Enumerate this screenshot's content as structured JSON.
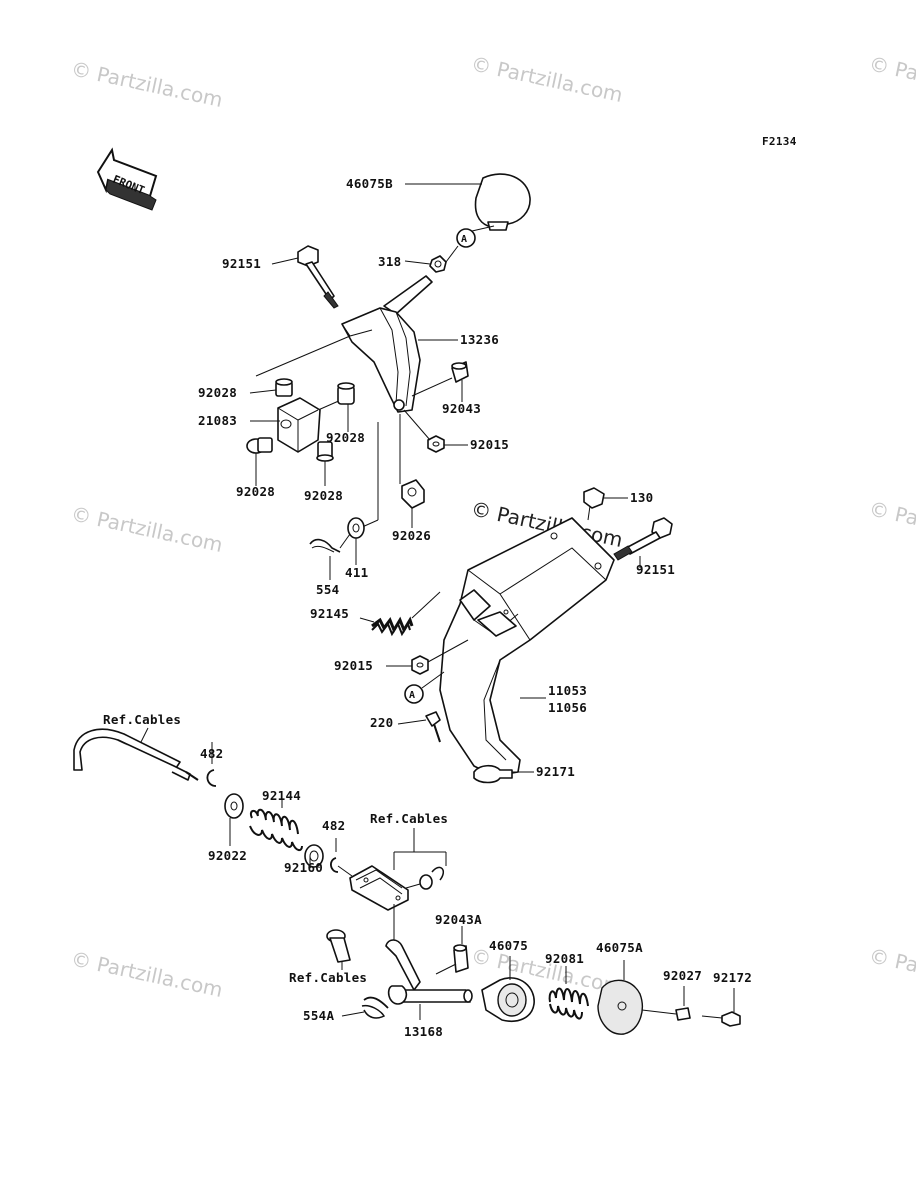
{
  "figure_code": "F2134",
  "front_label": "FRONT",
  "watermarks": {
    "tl": "© Partzilla.com",
    "tc": "© Partzilla.com",
    "tr": "© Partzilla.com",
    "ml": "© Partzilla.com",
    "mc": "© Partzilla.com",
    "mr": "© Partzilla.com",
    "bl": "© Partzilla.com",
    "bc": "© Partzilla.com",
    "br": "© Partzilla.com"
  },
  "ref_callout": "A",
  "labels": {
    "p46075B": "46075B",
    "p92151a": "92151",
    "p318": "318",
    "p13236": "13236",
    "p92028a": "92028",
    "p21083": "21083",
    "p92043": "92043",
    "p92028b": "92028",
    "p92015a": "92015",
    "p92028c": "92028",
    "p92028d": "92028",
    "p92026": "92026",
    "p130": "130",
    "p554": "554",
    "p411": "411",
    "p92151b": "92151",
    "p92145": "92145",
    "p92015b": "92015",
    "p11053": "11053",
    "p11056": "11056",
    "p220": "220",
    "p92171": "92171",
    "refCables1": "Ref.Cables",
    "p482a": "482",
    "p92144": "92144",
    "p92022": "92022",
    "p482b": "482",
    "refCables2": "Ref.Cables",
    "p92160": "92160",
    "p92043A": "92043A",
    "p46075": "46075",
    "p92081": "92081",
    "p46075A": "46075A",
    "p92027": "92027",
    "p92172": "92172",
    "refCables3": "Ref.Cables",
    "p554A": "554A",
    "p13168": "13168"
  }
}
